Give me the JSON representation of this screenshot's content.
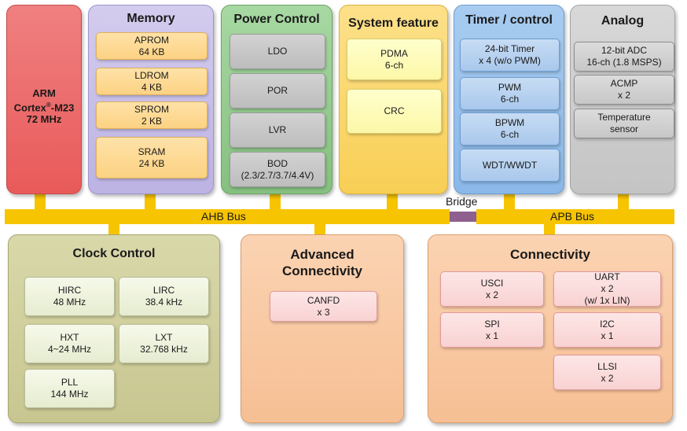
{
  "cpu": {
    "line1": "ARM",
    "line2": "Cortex",
    "reg": "®",
    "line2_tail": "-M23",
    "line3": "72 MHz"
  },
  "memory": {
    "title": "Memory",
    "items": [
      {
        "l1": "APROM",
        "l2": "64 KB"
      },
      {
        "l1": "LDROM",
        "l2": "4 KB"
      },
      {
        "l1": "SPROM",
        "l2": "2 KB"
      },
      {
        "l1": "SRAM",
        "l2": "24 KB"
      }
    ]
  },
  "power": {
    "title": "Power Control",
    "items": [
      {
        "l1": "LDO",
        "l2": ""
      },
      {
        "l1": "POR",
        "l2": ""
      },
      {
        "l1": "LVR",
        "l2": ""
      },
      {
        "l1": "BOD",
        "l2": "(2.3/2.7/3.7/4.4V)"
      }
    ]
  },
  "system": {
    "title": "System feature",
    "items": [
      {
        "l1": "PDMA",
        "l2": "6-ch"
      },
      {
        "l1": "CRC",
        "l2": ""
      }
    ]
  },
  "timer": {
    "title": "Timer / control",
    "items": [
      {
        "l1": "24-bit Timer",
        "l2": "x 4 (w/o PWM)"
      },
      {
        "l1": "PWM",
        "l2": "6-ch"
      },
      {
        "l1": "BPWM",
        "l2": "6-ch"
      },
      {
        "l1": "WDT/WWDT",
        "l2": ""
      }
    ]
  },
  "analog": {
    "title": "Analog",
    "items": [
      {
        "l1": "12-bit ADC",
        "l2": "16-ch (1.8 MSPS)"
      },
      {
        "l1": "ACMP",
        "l2": "x 2"
      },
      {
        "l1": "Temperature",
        "l2": "sensor"
      }
    ]
  },
  "bus": {
    "ahb": "AHB Bus",
    "apb": "APB Bus",
    "bridge": "Bridge",
    "bus_color": "#f6c400",
    "bridge_color": "#8e5f8f"
  },
  "clock": {
    "title": "Clock Control",
    "items": [
      {
        "l1": "HIRC",
        "l2": "48 MHz"
      },
      {
        "l1": "LIRC",
        "l2": "38.4 kHz"
      },
      {
        "l1": "HXT",
        "l2": "4~24 MHz"
      },
      {
        "l1": "LXT",
        "l2": "32.768 kHz"
      },
      {
        "l1": "PLL",
        "l2": "144 MHz"
      }
    ]
  },
  "advanced": {
    "title1": "Advanced",
    "title2": "Connectivity",
    "items": [
      {
        "l1": "CANFD",
        "l2": "x 3"
      }
    ]
  },
  "connectivity": {
    "title": "Connectivity",
    "items": [
      {
        "l1": "USCI",
        "l2": "x 2",
        "l3": ""
      },
      {
        "l1": "UART",
        "l2": "x 2",
        "l3": "(w/ 1x LIN)"
      },
      {
        "l1": "SPI",
        "l2": "x 1",
        "l3": ""
      },
      {
        "l1": "I2C",
        "l2": "x 1",
        "l3": ""
      },
      {
        "l1": "LLSI",
        "l2": "x 2",
        "l3": ""
      }
    ]
  }
}
